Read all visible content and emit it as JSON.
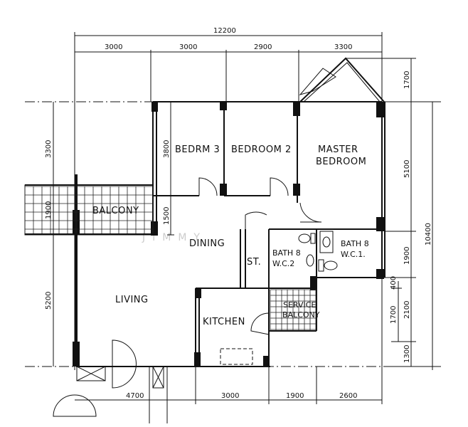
{
  "rooms": {
    "bedrm3": "BEDRM 3",
    "bedroom2": "BEDROOM 2",
    "master_line1": "MASTER",
    "master_line2": "BEDROOM",
    "balcony": "BALCONY",
    "dining": "DINING",
    "living": "LIVING",
    "store": "ST.",
    "bath2_line1": "BATH 8",
    "bath2_line2": "W.C.2",
    "bath1_line1": "BATH 8",
    "bath1_line2": "W.C.1.",
    "kitchen": "KITCHEN",
    "service_line1": "SERVICE",
    "service_line2": "BALCONY"
  },
  "dimensions": {
    "top_total": "12200",
    "top": [
      "3000",
      "3000",
      "2900",
      "3300"
    ],
    "bottom": [
      "4700",
      "3000",
      "1900",
      "2600"
    ],
    "left": [
      "3300",
      "1900",
      "5200"
    ],
    "inner_left": [
      "3800",
      "1500"
    ],
    "right": [
      "1700",
      "5100",
      "1900",
      "400",
      "2100",
      "1700",
      "1300"
    ],
    "right_total": "10400"
  },
  "watermark": "JIMMY"
}
